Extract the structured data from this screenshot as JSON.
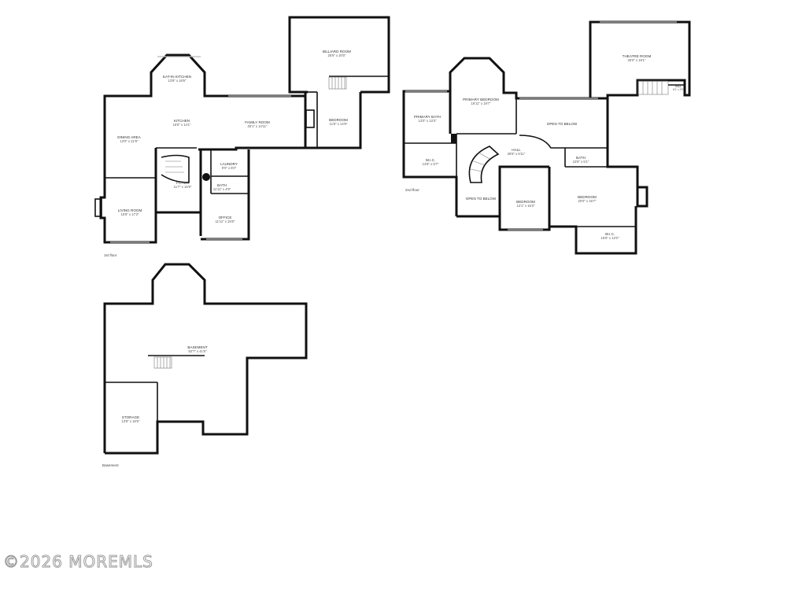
{
  "watermark": "©2026 MOREMLS",
  "floors": [
    {
      "label": "1st floor",
      "rooms": [
        {
          "name": "BILLIARD ROOM",
          "dim": "25'9\" x 20'0\""
        },
        {
          "name": "EAT-IN KITCHEN",
          "dim": "13'9\" x 16'6\""
        },
        {
          "name": "KITCHEN",
          "dim": "15'8\" x 14'1\""
        },
        {
          "name": "FAMILY ROOM",
          "dim": "25'1\" x 14'11\""
        },
        {
          "name": "BEDROOM",
          "dim": "11'6\" x 14'9\""
        },
        {
          "name": "DINING AREA",
          "dim": "13'0\" x 21'9\""
        },
        {
          "name": "LAUNDRY",
          "dim": "9'0\" x 6'0\""
        },
        {
          "name": "FOYER",
          "dim": "11'7\" x 16'9\""
        },
        {
          "name": "BATH",
          "dim": "11'11\" x 4'9\""
        },
        {
          "name": "LIVING ROOM",
          "dim": "15'8\" x 17'3\""
        },
        {
          "name": "OFFICE",
          "dim": "11'11\" x 15'8\""
        }
      ]
    },
    {
      "label": "2nd floor",
      "rooms": [
        {
          "name": "THEATRE ROOM",
          "dim": "25'0\" x 19'1\""
        },
        {
          "name": "HALL",
          "dim": "8'1\" x 3'9\""
        },
        {
          "name": "PRIMARY BATH",
          "dim": "13'0\" x 13'3\""
        },
        {
          "name": "PRIMARY BEDROOM",
          "dim": "18'11\" x 19'7\""
        },
        {
          "name": "OPEN TO BELOW",
          "dim": ""
        },
        {
          "name": "HALL",
          "dim": "28'9\" x 6'11\""
        },
        {
          "name": "W.I.C.",
          "dim": "13'8\" x 8'7\""
        },
        {
          "name": "BATH",
          "dim": "10'6\" x 5'1\""
        },
        {
          "name": "OPEN TO BELOW",
          "dim": ""
        },
        {
          "name": "BEDROOM",
          "dim": "12'1\" x 16'3\""
        },
        {
          "name": "BEDROOM",
          "dim": "20'0\" x 15'7\""
        },
        {
          "name": "W.I.C.",
          "dim": "15'6\" x 12'0\""
        }
      ]
    },
    {
      "label": "Basement",
      "rooms": [
        {
          "name": "BASEMENT",
          "dim": "52'7\" x 41'6\""
        },
        {
          "name": "STORAGE",
          "dim": "13'8\" x 16'5\""
        }
      ]
    }
  ]
}
